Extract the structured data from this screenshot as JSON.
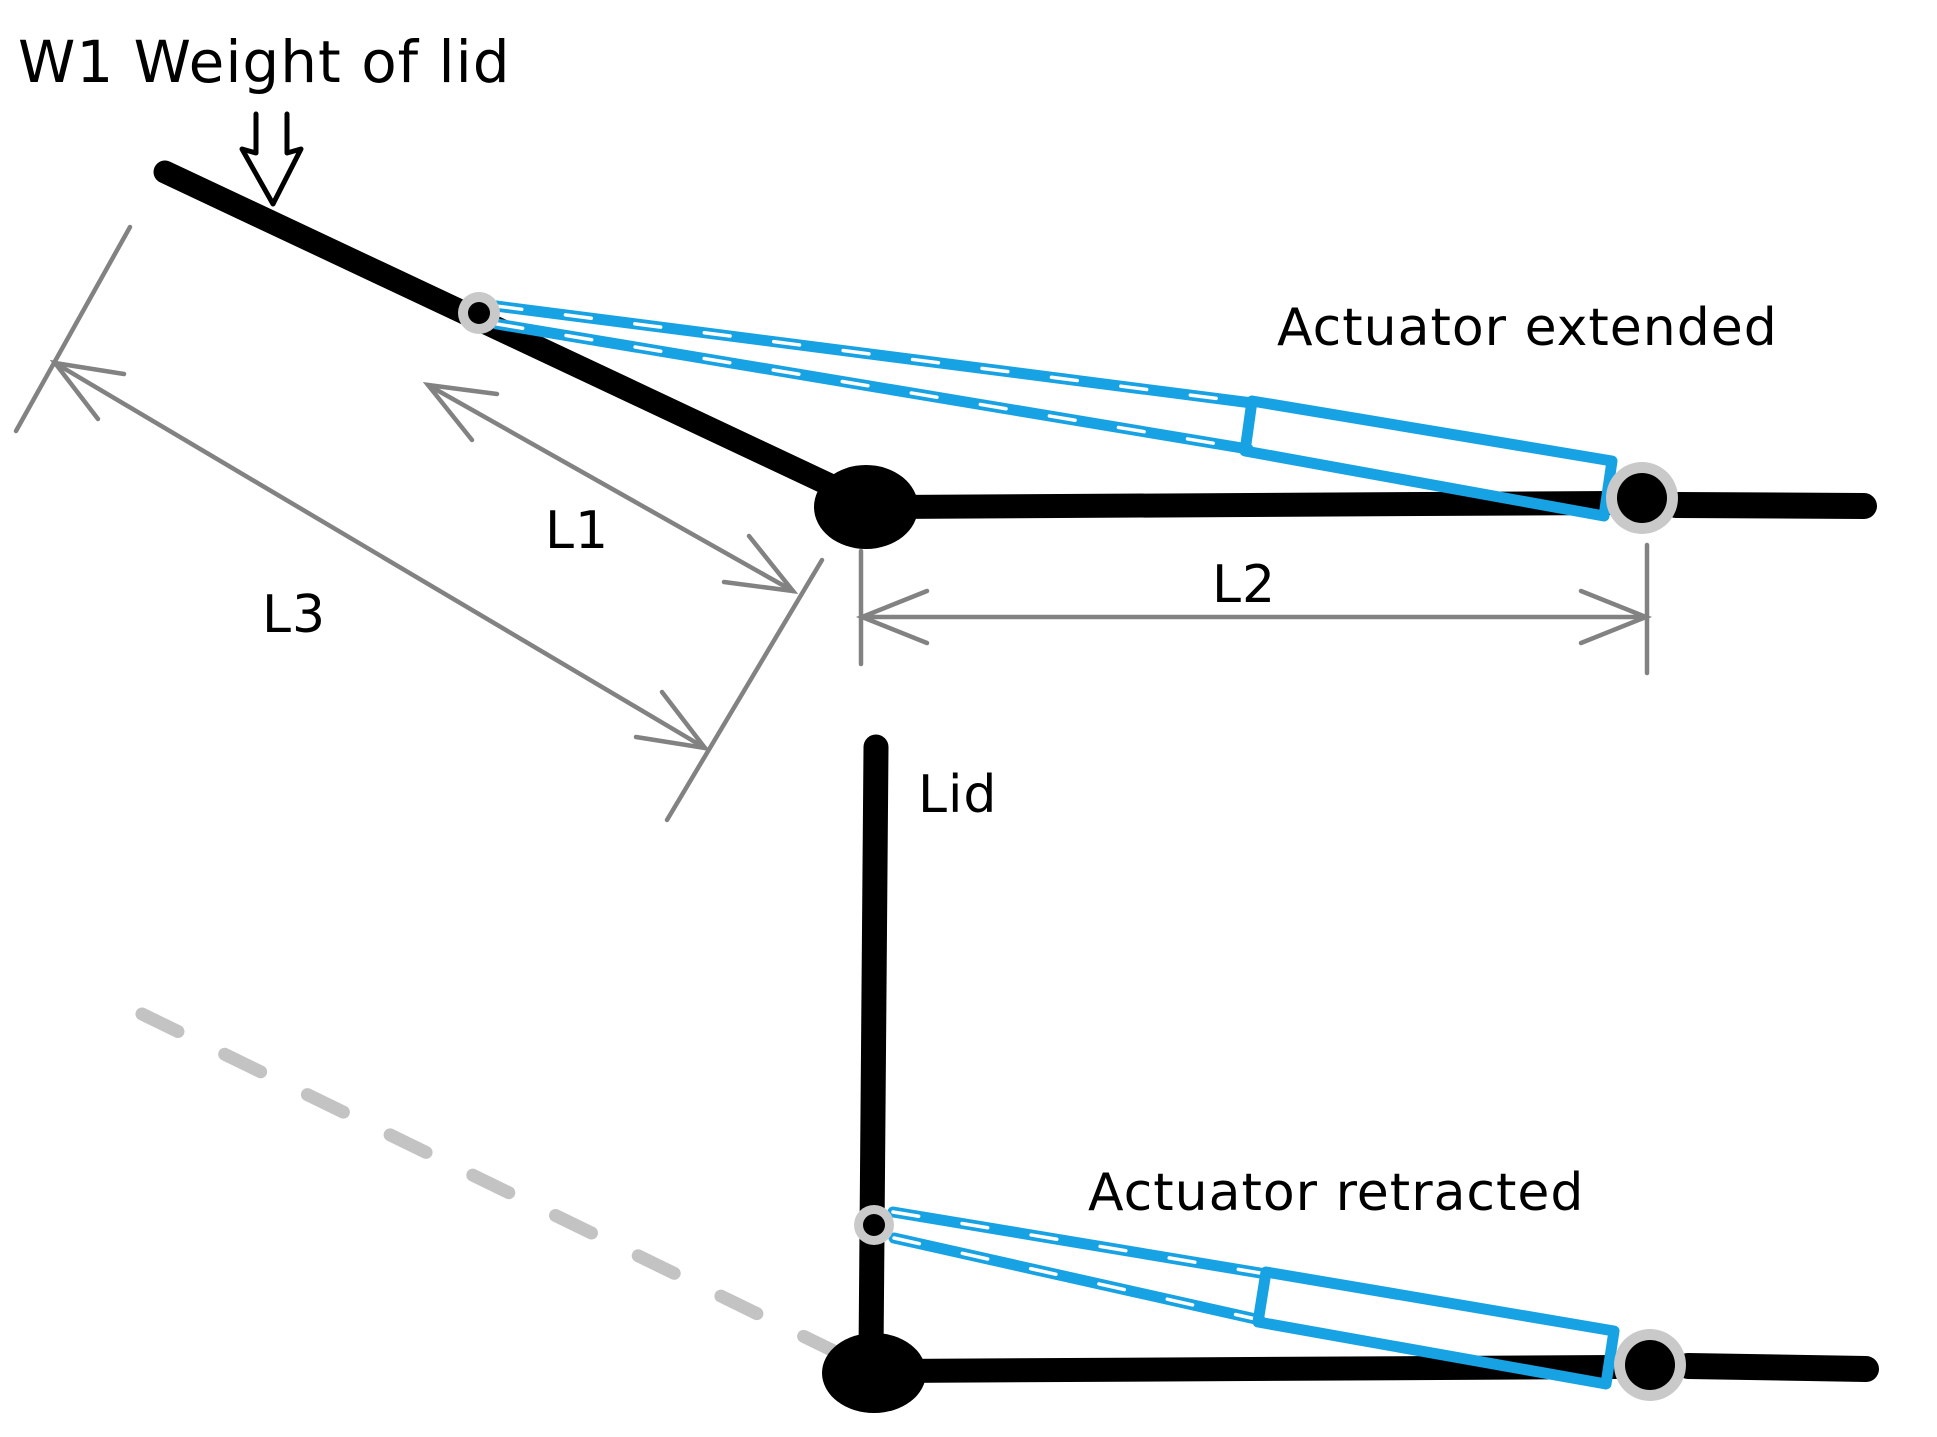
{
  "labels": {
    "w1": "W1 Weight of lid",
    "actuator_extended": "Actuator extended",
    "actuator_retracted": "Actuator retracted",
    "lid": "Lid",
    "l1": "L1",
    "l2": "L2",
    "l3": "L3"
  },
  "colors": {
    "actuator_blue": "#17a2e3",
    "pivot_gray": "#c9c9c9",
    "dimension_gray": "#828282",
    "ghost_dash_gray": "#c3c3c3",
    "ink": "#000000"
  }
}
